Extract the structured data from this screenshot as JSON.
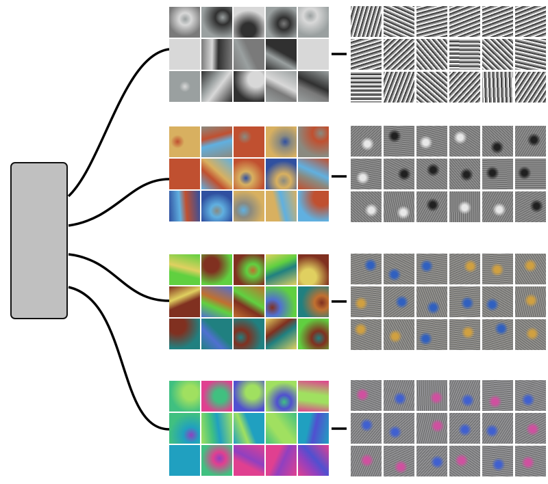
{
  "diagram": {
    "groups": [
      {
        "left_palette": [
          "#7a7a7a",
          "#d8d8d8",
          "#303030",
          "#9aa0a0"
        ],
        "right_palette": [
          "#808080",
          "#f0f0f0",
          "#202020"
        ],
        "right_style": "stripes"
      },
      {
        "left_palette": [
          "#8a8a80",
          "#d8b060",
          "#3050a0",
          "#60b0e0",
          "#c05030"
        ],
        "right_palette": [
          "#7f7f7f",
          "#e8e8e8",
          "#202020"
        ],
        "right_style": "noise"
      },
      {
        "left_palette": [
          "#c07030",
          "#5070d0",
          "#e0d060",
          "#208080",
          "#803020",
          "#60d040"
        ],
        "right_palette": [
          "#8a8880",
          "#3060c0",
          "#d0a040"
        ],
        "right_style": "noise"
      },
      {
        "left_palette": [
          "#9040c0",
          "#40c080",
          "#e04090",
          "#20a0c0",
          "#a0e060",
          "#5050d0"
        ],
        "right_palette": [
          "#8a8a90",
          "#4060d0",
          "#d050a0"
        ],
        "right_style": "noise"
      }
    ]
  }
}
